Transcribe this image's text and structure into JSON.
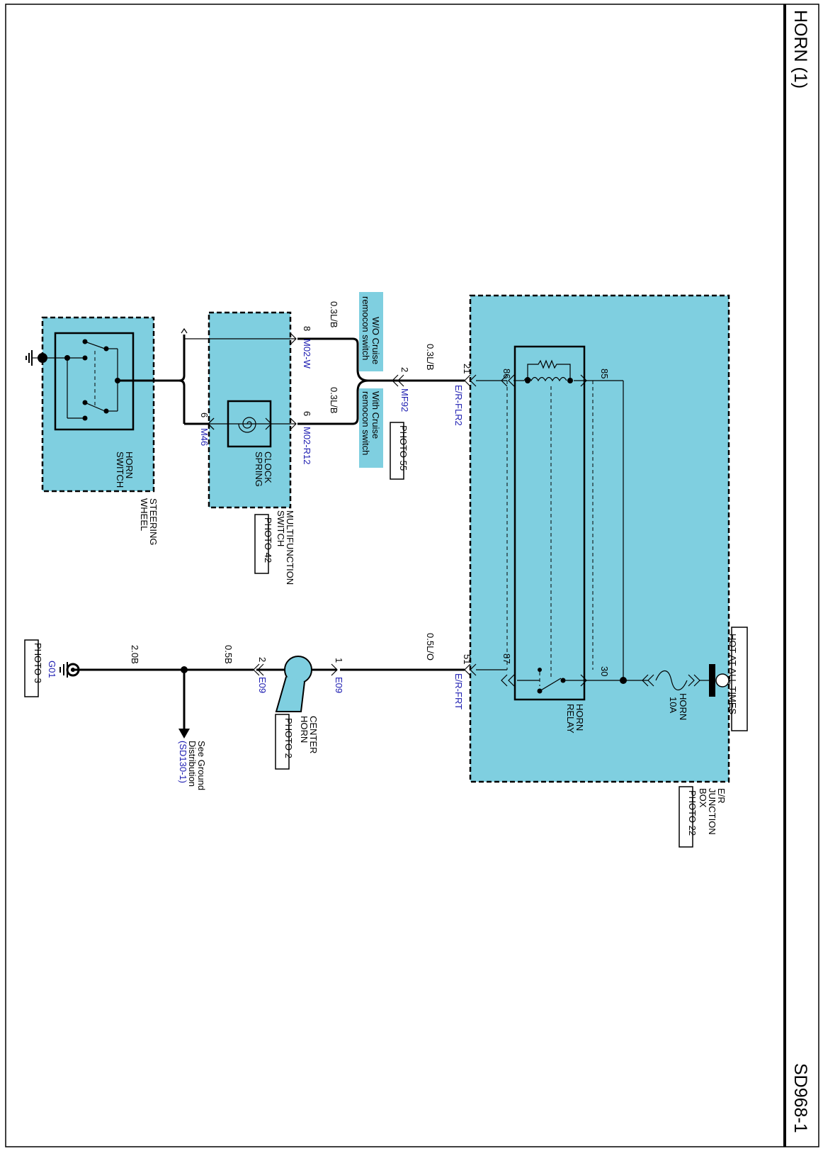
{
  "header": {
    "title": "HORN (1)",
    "page_code": "SD968-1"
  },
  "power": {
    "hot_label": "HOT AT ALL TIMES",
    "fuse_name": "HORN",
    "fuse_rating": "10A"
  },
  "junction_box": {
    "name_line1": "E/R",
    "name_line2": "JUNCTION",
    "name_line3": "BOX",
    "photo": "PHOTO 22",
    "relay_line1": "HORN",
    "relay_line2": "RELAY",
    "pin_85": "85",
    "pin_86": "86",
    "pin_30": "30",
    "pin_87": "87",
    "conn_left": "E/R-FLR2",
    "conn_left_pin": "21",
    "conn_right": "E/R-FRT",
    "conn_right_pin": "51"
  },
  "connector_mf92": {
    "name": "MF92",
    "pin": "2",
    "photo": "PHOTO 55"
  },
  "wires": {
    "w_flr2": "0.3L/B",
    "w_wo": "0.3L/B",
    "w_with": "0.3L/B",
    "w_frt": "0.5L/O",
    "w_horn_gnd": "0.5B",
    "w_gnd": "2.0B"
  },
  "options": {
    "wo_line1": "W/O Cruise",
    "wo_line2": "remocon switch",
    "with_line1": "With Cruise",
    "with_line2": "remocon switch"
  },
  "multifunction": {
    "name_line1": "MULTIFUNCTION",
    "name_line2": "SWITCH",
    "photo": "PHOTO 42",
    "clock_line1": "CLOCK",
    "clock_line2": "SPRING",
    "conn_w": "M02-W",
    "conn_w_pin": "8",
    "conn_r12": "M02-R12",
    "conn_r12_pin": "6",
    "conn_m46": "M46",
    "conn_m46_pin": "6"
  },
  "steering": {
    "name_line1": "STEERING",
    "name_line2": "WHEEL",
    "switch_line1": "HORN",
    "switch_line2": "SWITCH"
  },
  "horn": {
    "name_line1": "CENTER",
    "name_line2": "HORN",
    "photo": "PHOTO 2",
    "conn1": "E09",
    "conn1_pin": "1",
    "conn2": "E09",
    "conn2_pin": "2"
  },
  "ground": {
    "see_line1": "See Ground",
    "see_line2": "Distribution",
    "see_ref": "(SD130-1)",
    "name": "G01",
    "photo": "PHOTO 3"
  }
}
